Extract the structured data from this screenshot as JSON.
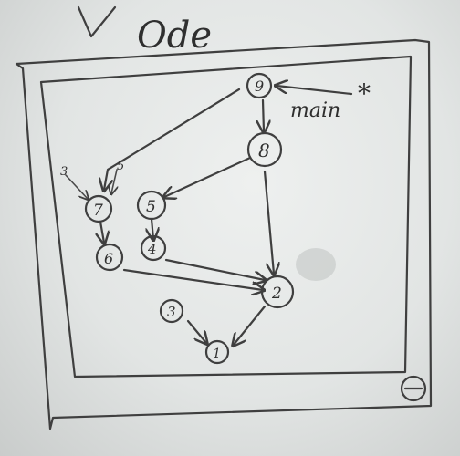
{
  "title": "Ode",
  "entry_label": "main",
  "entry_mark": "*",
  "nodes": [
    {
      "id": "n9",
      "label": "9"
    },
    {
      "id": "n8",
      "label": "8"
    },
    {
      "id": "n7",
      "label": "7"
    },
    {
      "id": "n5",
      "label": "5"
    },
    {
      "id": "n6",
      "label": "6"
    },
    {
      "id": "n4",
      "label": "4"
    },
    {
      "id": "n3",
      "label": "3"
    },
    {
      "id": "n2",
      "label": "2"
    },
    {
      "id": "n1",
      "label": "1"
    }
  ],
  "side_labels": {
    "left": "3",
    "right": "5"
  },
  "corner_symbol": "⊖"
}
